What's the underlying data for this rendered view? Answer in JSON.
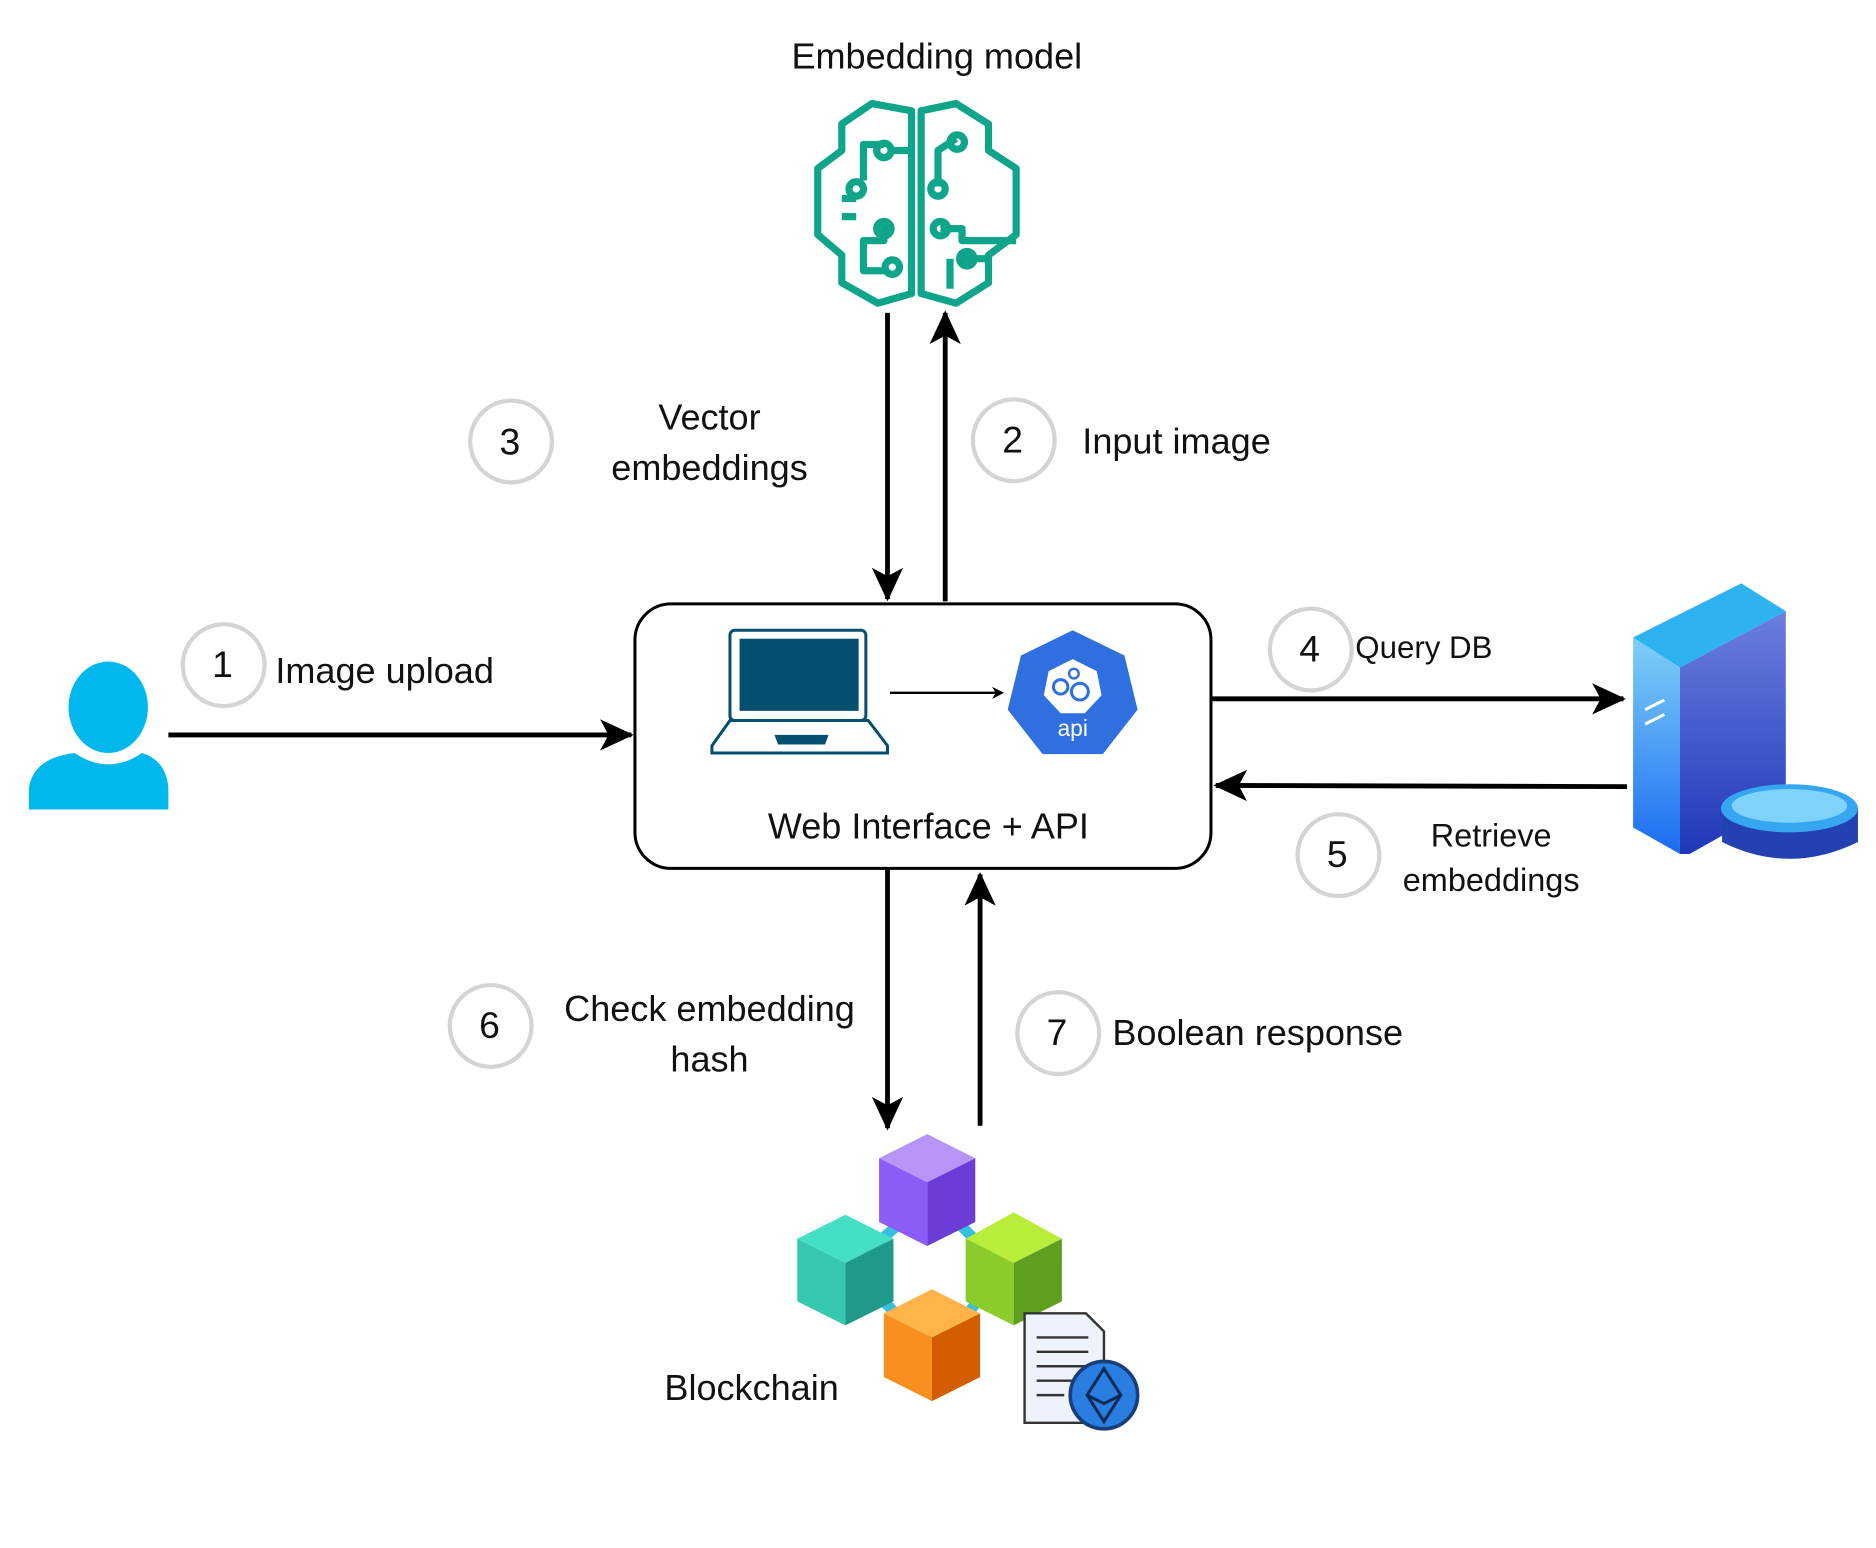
{
  "nodes": {
    "embedding_model": {
      "label": "Embedding model",
      "icon": "brain-circuit-icon",
      "color": "#0fa58a"
    },
    "user": {
      "icon": "user-icon",
      "color": "#00b8ee"
    },
    "web_api": {
      "label": "Web Interface + API",
      "icons": [
        "laptop-icon",
        "api-icon"
      ],
      "api_text": "api",
      "laptop_color": "#044e6f",
      "api_color": "#2f6fdf"
    },
    "database": {
      "icon": "server-database-icon",
      "color": "#1b7cf5"
    },
    "blockchain": {
      "label": "Blockchain",
      "icons": [
        "blockchain-cubes-icon",
        "ethereum-contract-icon"
      ]
    }
  },
  "steps": [
    {
      "number": "1",
      "label": "Image upload",
      "from": "user",
      "to": "web_api"
    },
    {
      "number": "2",
      "label": "Input image",
      "from": "web_api",
      "to": "embedding_model"
    },
    {
      "number": "3",
      "label_lines": [
        "Vector",
        "embeddings"
      ],
      "from": "embedding_model",
      "to": "web_api"
    },
    {
      "number": "4",
      "label": "Query DB",
      "from": "web_api",
      "to": "database"
    },
    {
      "number": "5",
      "label_lines": [
        "Retrieve",
        "embeddings"
      ],
      "from": "database",
      "to": "web_api"
    },
    {
      "number": "6",
      "label_lines": [
        "Check embedding",
        "hash"
      ],
      "from": "web_api",
      "to": "blockchain"
    },
    {
      "number": "7",
      "label": "Boolean response",
      "from": "blockchain",
      "to": "web_api"
    }
  ]
}
